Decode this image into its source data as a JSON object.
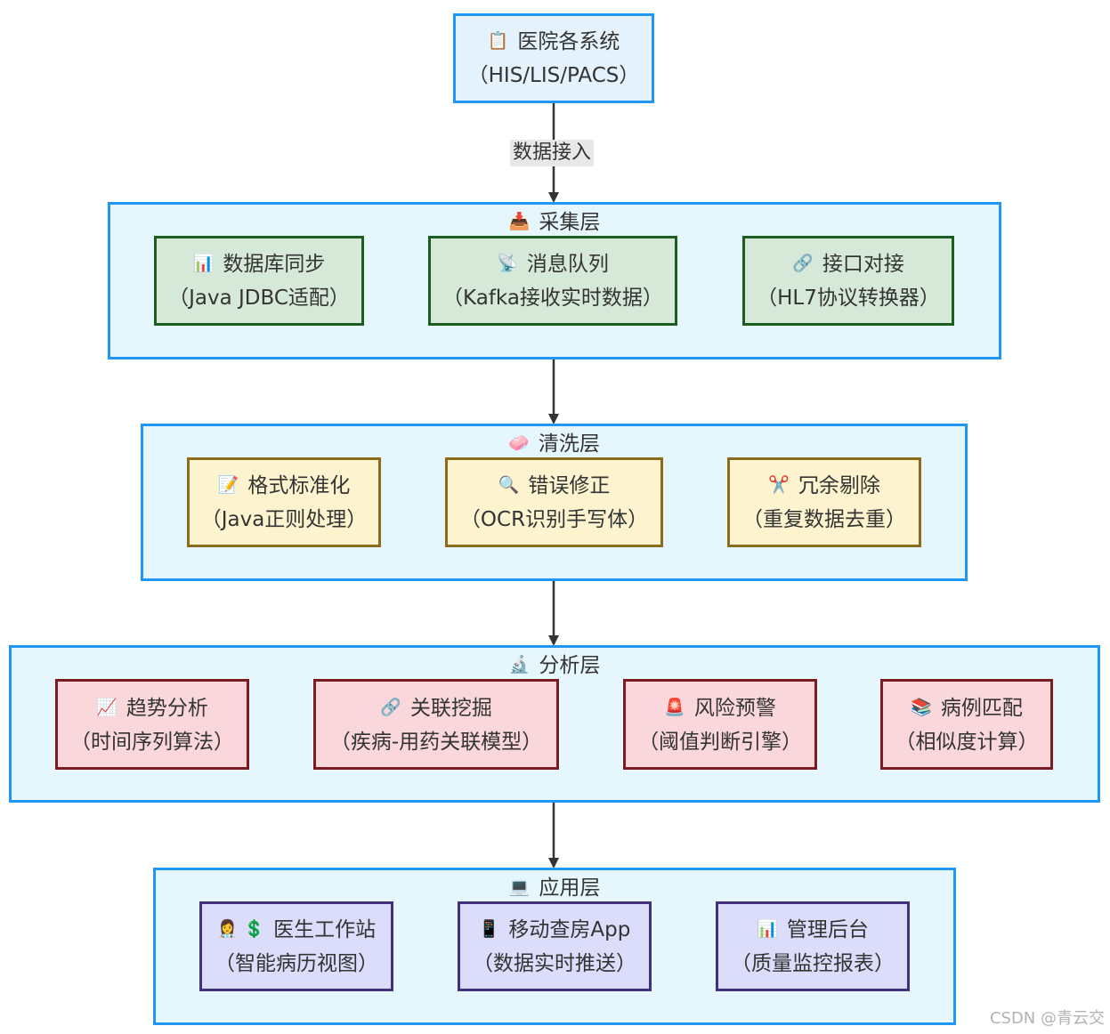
{
  "source": {
    "icon": "📋",
    "line1": "医院各系统",
    "line2": "（HIS/LIS/PACS）"
  },
  "edge_label": "数据接入",
  "layers": {
    "collect": {
      "title_icon": "📥",
      "title": "采集层",
      "nodes": [
        {
          "icon": "📊",
          "line1": "数据库同步",
          "line2": "（Java JDBC适配）"
        },
        {
          "icon": "📡",
          "line1": "消息队列",
          "line2": "（Kafka接收实时数据）"
        },
        {
          "icon": "🔗",
          "line1": "接口对接",
          "line2": "（HL7协议转换器）"
        }
      ]
    },
    "clean": {
      "title_icon": "🧼",
      "title": "清洗层",
      "nodes": [
        {
          "icon": "📝",
          "line1": "格式标准化",
          "line2": "（Java正则处理）"
        },
        {
          "icon": "🔍",
          "line1": "错误修正",
          "line2": "（OCR识别手写体）"
        },
        {
          "icon": "✂️",
          "line1": "冗余剔除",
          "line2": "（重复数据去重）"
        }
      ]
    },
    "analyze": {
      "title_icon": "🔬",
      "title": "分析层",
      "nodes": [
        {
          "icon": "📈",
          "line1": "趋势分析",
          "line2": "（时间序列算法）"
        },
        {
          "icon": "🔗",
          "line1": "关联挖掘",
          "line2": "（疾病-用药关联模型）"
        },
        {
          "icon": "🚨",
          "line1": "风险预警",
          "line2": "（阈值判断引擎）"
        },
        {
          "icon": "📚",
          "line1": "病例匹配",
          "line2": "（相似度计算）"
        }
      ]
    },
    "app": {
      "title_icon": "💻",
      "title": "应用层",
      "nodes": [
        {
          "icon": "👩‍⚕️ 💲",
          "line1": "医生工作站",
          "line2": "（智能病历视图）"
        },
        {
          "icon": "📱",
          "line1": "移动查房App",
          "line2": "（数据实时推送）"
        },
        {
          "icon": "📊",
          "line1": "管理后台",
          "line2": "（质量监控报表）"
        }
      ]
    }
  },
  "watermark": "CSDN @青云交"
}
